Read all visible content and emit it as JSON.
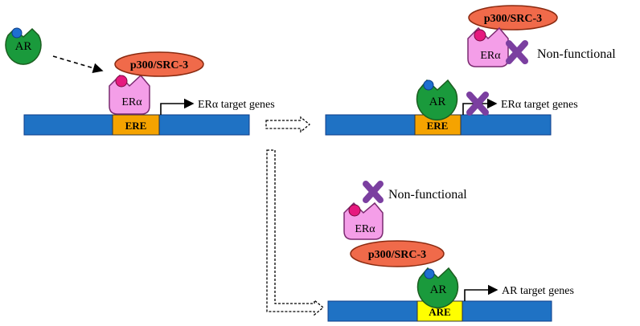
{
  "colors": {
    "dna": "#1f72c4",
    "ere_box": "#f5a300",
    "are_box": "#ffff00",
    "ar_receptor": "#1a9a3c",
    "er_receptor": "#f49ee8",
    "coactivator": "#f06a4a",
    "ligand_blue": "#1e6fd0",
    "ligand_pink": "#e6197f",
    "cross": "#7b3fa0"
  },
  "icons": {
    "inhibited": "cross-icon",
    "promoter": "arrow-right-icon",
    "migration": "dashed-arrow-icon"
  },
  "molecules": {
    "ar": "AR",
    "era": "ERα",
    "coactivator": "p300/SRC-3"
  },
  "elements": {
    "ere": "ERE",
    "are": "ARE"
  },
  "labels": {
    "era_target_genes": "ERα target genes",
    "ar_target_genes": "AR target genes",
    "non_functional": "Non-functional"
  }
}
